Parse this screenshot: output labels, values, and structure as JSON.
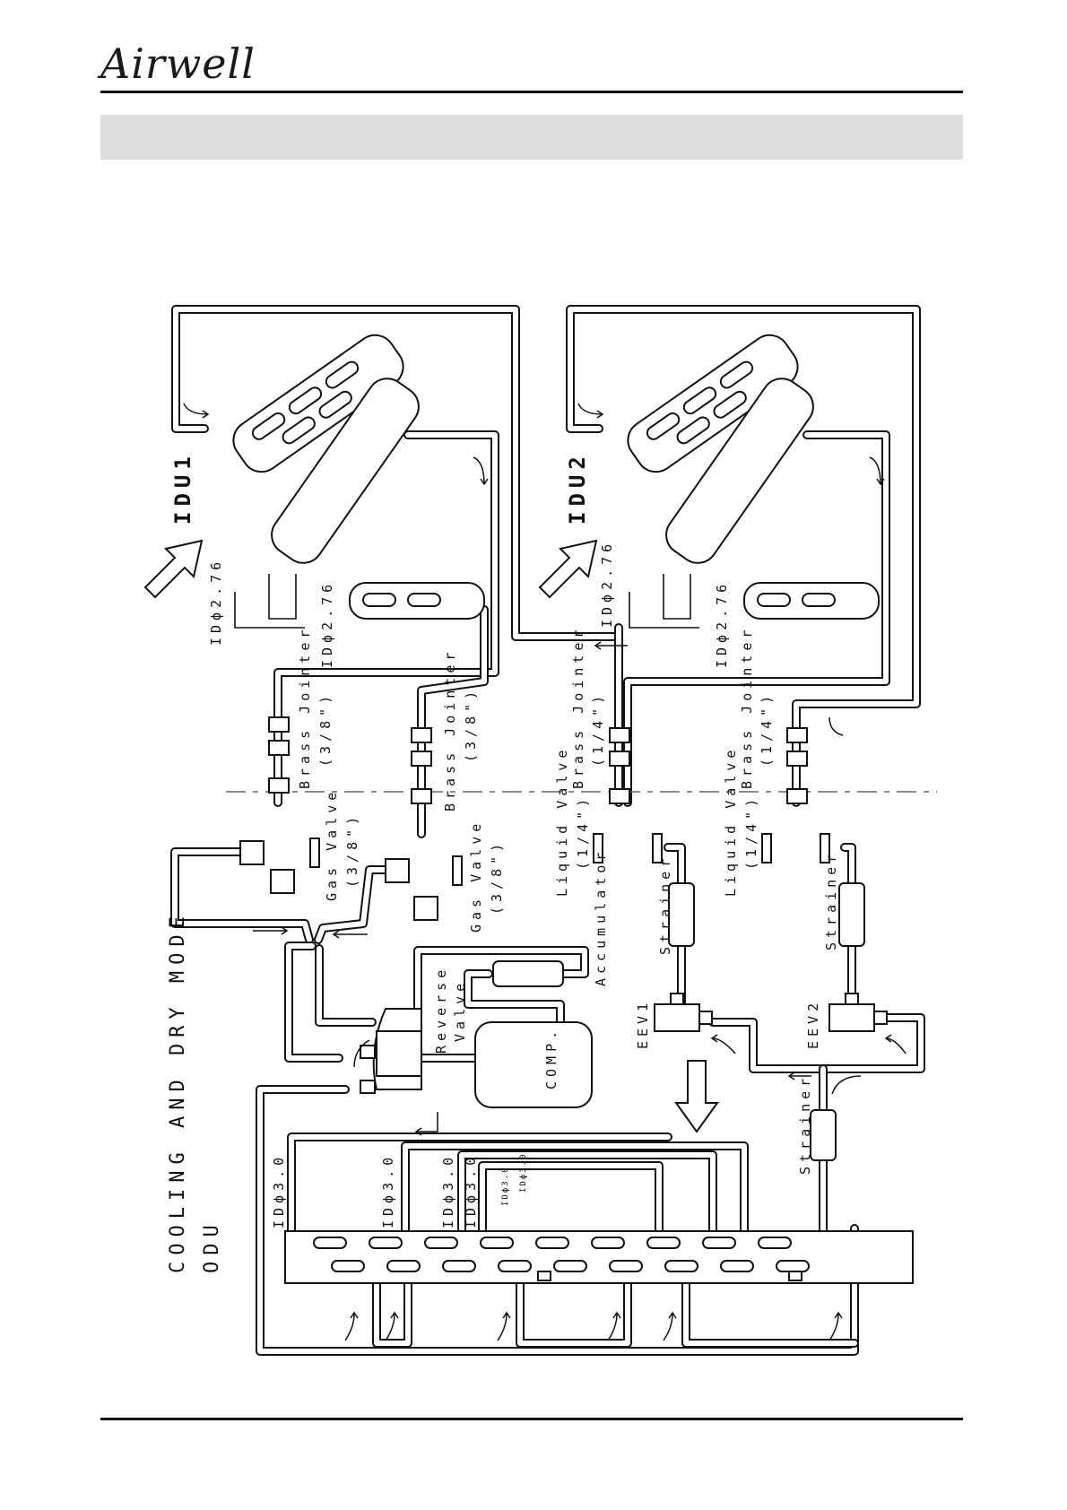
{
  "header": {
    "brand": "Airwell"
  },
  "diagram": {
    "mode_title": "COOLING AND DRY MODE",
    "outdoor_unit": "ODU",
    "indoor_units": [
      "IDU1",
      "IDU2"
    ],
    "capillary_labels": {
      "idu": "IDϕ2.76",
      "odu": "IDϕ3.0",
      "odu_small": "IDϕ3.0"
    },
    "brass_joint": "Brass Jointer",
    "size_3_8": "(3/8\")",
    "size_1_4": "(1/4\")",
    "gas_valve": "Gas Valve",
    "liquid_valve": "Liquid Valve",
    "strainer": "Strainer",
    "accumulator": "Accumulator",
    "reverse_valve_line1": "Reverse",
    "reverse_valve_line2": "Valve",
    "compressor": "COMP.",
    "eev1": "EEV1",
    "eev2": "EEV2"
  }
}
